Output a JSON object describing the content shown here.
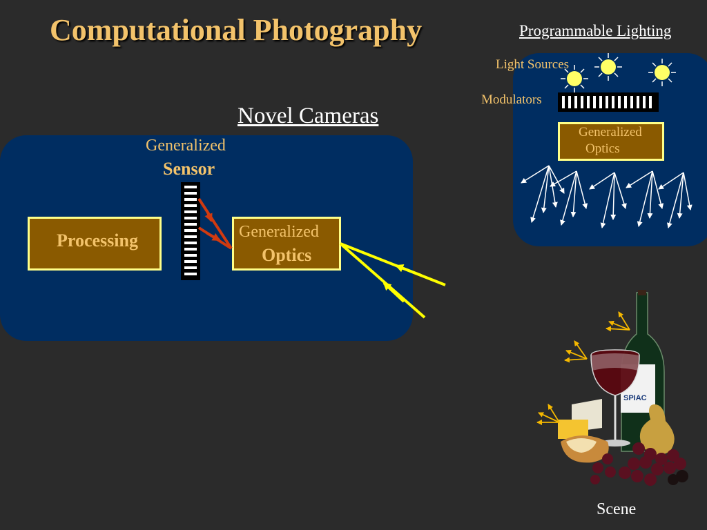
{
  "title": "Computational Photography",
  "programmable_lighting": "Programmable Lighting",
  "novel_cameras": "Novel Cameras",
  "camera": {
    "sensor_label_line1": "Generalized",
    "sensor_label_line2": "Sensor",
    "processing_label": "Processing",
    "optics_label_line1": "Generalized",
    "optics_label_line2": "Optics"
  },
  "lighting": {
    "light_sources_label": "Light Sources",
    "modulators_label": "Modulators",
    "optics_label_line1": "Generalized",
    "optics_label_line2": "Optics"
  },
  "scene_label": "Scene",
  "colors": {
    "background": "#2b2b2b",
    "panel": "#002d61",
    "title": "#f3c36b",
    "box_fill": "#8a5a00",
    "box_border": "#ffff88",
    "red_ray": "#d03a10",
    "yellow_ray": "#ffff00"
  }
}
